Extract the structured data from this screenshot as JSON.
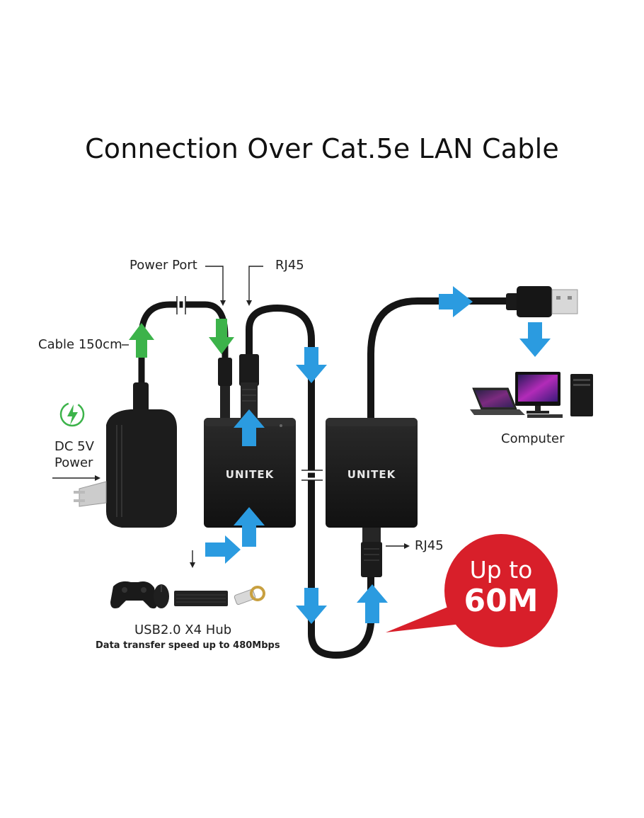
{
  "title": "Connection Over Cat.5e LAN Cable",
  "labels": {
    "power_port": "Power Port",
    "rj45_top": "RJ45",
    "rj45_bottom": "RJ45",
    "cable_length": "Cable 150cm",
    "power_line1": "DC 5V",
    "power_line2": "Power",
    "computer": "Computer",
    "hub_title": "USB2.0 X4 Hub",
    "hub_subtitle": "Data transfer speed up to 480Mbps"
  },
  "badge": {
    "line1": "Up to",
    "line2": "60M",
    "color": "#d81f2a"
  },
  "devices": {
    "brand_left": "UNITEK",
    "brand_right": "UNITEK"
  },
  "icons": [
    "lightning-icon",
    "gamepad-icon",
    "mouse-icon",
    "keyboard-icon",
    "usb-drive-icon",
    "laptop-icon",
    "monitor-icon",
    "pc-tower-icon",
    "usb-plug-icon",
    "power-adapter-icon"
  ],
  "colors": {
    "arrow_blue": "#2b9be0",
    "arrow_green": "#3cb34a",
    "device_black": "#1b1b1b"
  }
}
